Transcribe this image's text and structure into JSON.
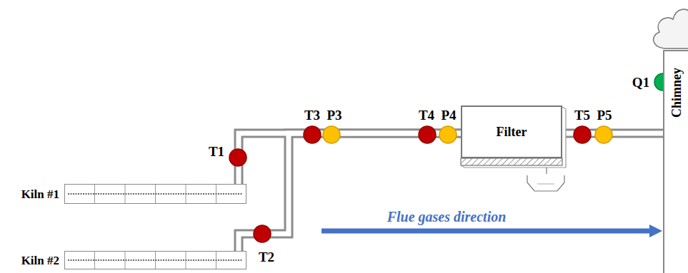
{
  "diagram": {
    "nodes": [
      {
        "text": [
          "Kiln #1"
        ]
      },
      {
        "text": [
          "Kiln #2"
        ]
      },
      {
        "text": [
          "Filter"
        ]
      },
      {
        "text": [
          "Chimney"
        ]
      }
    ],
    "edges": [
      {
        "from": 0,
        "to": 2,
        "arrow": "none"
      },
      {
        "from": 1,
        "to": 2,
        "arrow": "none"
      },
      {
        "from": 2,
        "to": 3,
        "arrow": "none"
      }
    ],
    "labels": [
      "T1",
      "T2",
      "T3",
      "P3",
      "T4",
      "P4",
      "T5",
      "P5",
      "Q1",
      "Flue gases direction"
    ]
  }
}
